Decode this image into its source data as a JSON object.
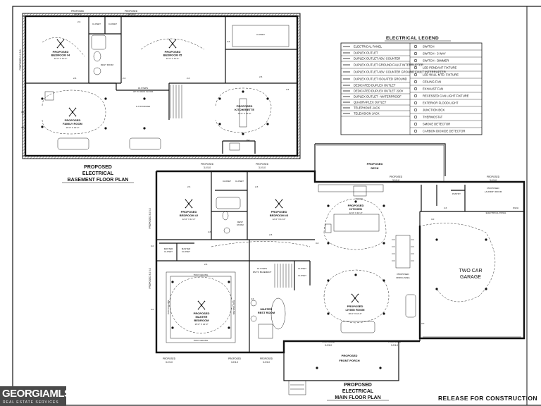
{
  "basement": {
    "plan_title": [
      "PROPOSED",
      "ELECTRICAL",
      "BASEMENT FLOOR PLAN"
    ],
    "dims_top": [
      "PROPOSED",
      "3-0 5-0",
      "PROPOSED",
      "3-0 5-0"
    ],
    "dim_left": "PROPOSED 3-0 5-0",
    "rooms": {
      "bed4": [
        "PROPOSED",
        "BEDROOM #4",
        "12'-0\" X 11'-0\""
      ],
      "bed5": [
        "PROPOSED",
        "BEDROOM #5",
        "12'-0\" X 11'-6\""
      ],
      "family": [
        "PROPOSED",
        "FAMILY ROOM",
        "19'-6\" X 13'-0\""
      ],
      "kitchenette": [
        "PROPOSED",
        "KITCHENETTE",
        "10'-0\" X 12'-0\""
      ],
      "closet1": "CLOSET",
      "closet2": "CLOSET",
      "closet3": "CLOSET",
      "bath": "REST ROOM",
      "stairs": [
        "16 STEPS",
        "UP TO MAIN FLOOR"
      ],
      "storage": "F.J./STORAGE",
      "dw": "DW"
    },
    "marks": [
      "2-6",
      "2-6",
      "2-6",
      "2-6",
      "2-6",
      "2-6",
      "2-6",
      "3-0",
      "3-0"
    ]
  },
  "legend": {
    "title": "ELECTRICAL LEGEND",
    "items_left": [
      "ELECTRICAL PANEL",
      "DUPLEX OUTLET",
      "DUPLEX OUTLET ABV. COUNTER",
      "DUPLEX OUTLET GROUND FAULT INTERRUPTER",
      "DUPLEX OUTLET ABV. COUNTER GROUND FAULT INTERRUPTER",
      "DUPLEX OUTLET ISOLATED GROUND",
      "DEDICATED DUPLEX OUTLET",
      "DEDICATED DUPLEX OUTLET 220V",
      "DUPLEX OUTLET - WATERPROOF",
      "QUADRAPLEX OUTLET",
      "TELEPHONE JACK",
      "TELEVISION JACK"
    ],
    "items_right": [
      "SWITCH",
      "SWITCH - 3 WAY",
      "SWITCH - DIMMER",
      "LED PENDANT FIXTURE",
      "LED WALL MTD. FIXTURE",
      "CEILING FAN",
      "EXHAUST FAN",
      "RECESSED CAN LIGHT FIXTURE",
      "EXTERIOR FLOOD LIGHT",
      "JUNCTION BOX",
      "THERMOSTAT",
      "SMOKE DETECTOR",
      "CARBON DIOXIDE DETECTOR"
    ]
  },
  "main": {
    "plan_title": [
      "PROPOSED",
      "ELECTRICAL",
      "MAIN FLOOR PLAN"
    ],
    "rooms": {
      "deck": [
        "PROPOSED",
        "DECK"
      ],
      "bed2": [
        "PROPOSED",
        "BEDROOM #2",
        "12'-0\" X 11'-0\""
      ],
      "bed3": [
        "PROPOSED",
        "BEDROOM #3",
        "12'-0\" X 11'-0\""
      ],
      "rest": [
        "REST",
        "ROOM"
      ],
      "kitchen": [
        "PROPOSED",
        "KITCHEN",
        "12'-0\" X 13'-0\""
      ],
      "pantry": "PANTRY",
      "laundry": [
        "PROPOSED",
        "LAUNDRY ROOM"
      ],
      "panel": "ELECTRICAL PANEL",
      "garage": [
        "TWO CAR",
        "GARAGE"
      ],
      "dining": [
        "PROPOSED",
        "DINING AREA"
      ],
      "living": [
        "PROPOSED",
        "LIVING ROOM",
        "18'-0\" X 16'-0\""
      ],
      "master": [
        "PROPOSED",
        "MASTER",
        "BEDROOM",
        "15'-0\" X 14'-0\""
      ],
      "master_bath": [
        "MASTER",
        "REST ROOM"
      ],
      "master_closet1": [
        "MASTER",
        "CLOSET"
      ],
      "master_closet2": [
        "MASTER",
        "CLOSET"
      ],
      "stairs": [
        "16 STEPS",
        "DN TO BASEMENT"
      ],
      "closet_a": "CLOSET",
      "closet_b": "CLOSET",
      "closet_c": "CLOSET",
      "closet_d": "CLOSET",
      "porch": [
        "PROPOSED",
        "FRONT PORCH"
      ],
      "tray1": "TRAY CEILING",
      "tray2": "TRAY CEILING",
      "tray3": "TRAY CEILING",
      "tray4": "TRAY CEILING",
      "range": "RANGE",
      "whh": "WH/H"
    },
    "dims": {
      "top1": [
        "PROPOSED",
        "3-0 5-0"
      ],
      "top2": [
        "PROPOSED",
        "3-0 5-0"
      ],
      "deck_win": [
        "PROPOSED",
        "3-0 5-0"
      ],
      "laundry_win": [
        "PROPOSED",
        "3-0 5-0"
      ],
      "left1": "PROPOSED 3-0 5-0",
      "left2": "PROPOSED 3-0 5-0",
      "bottom": [
        "PROPOSED",
        "3-0 5-0",
        "PROPOSED",
        "3-0 5-0",
        "PROPOSED",
        "3-0 5-0",
        "PROPOSED",
        "3-0 5-0",
        "PROPOSED",
        "3-0 5-0"
      ]
    },
    "marks": [
      "2-6",
      "2-6",
      "2-6",
      "2-6",
      "2-6",
      "2-6",
      "2-6",
      "3-0",
      "3-0",
      "3-0",
      "3-0",
      "3-0"
    ]
  },
  "release": "RELEASE FOR CONSTRUCTION",
  "logo": {
    "brand": "GEORGIAMLS",
    "sub": "REAL ESTATE SERVICES"
  },
  "colors": {
    "ink": "#111111",
    "paper": "#ffffff",
    "logo_bg": "#4a4a4a"
  }
}
